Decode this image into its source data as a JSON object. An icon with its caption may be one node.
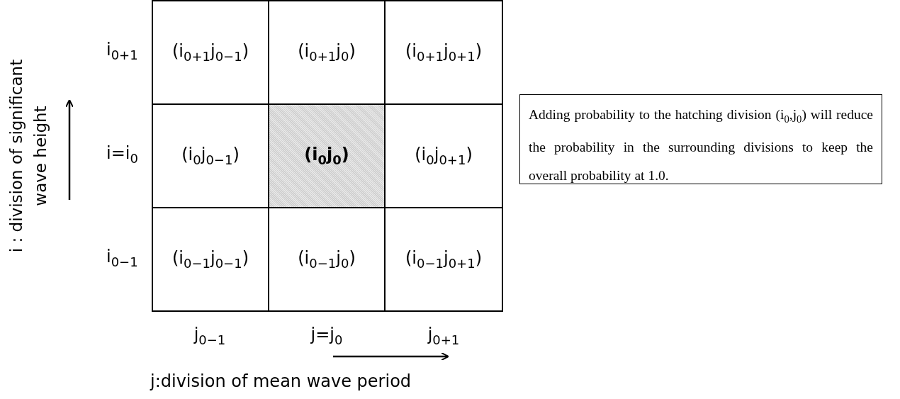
{
  "diagram": {
    "nodes": [
      {
        "text": [
          "(i$_{0+1}$j$_{0−1}$)"
        ]
      },
      {
        "text": [
          "(i$_{0+1}$j$_{0}$)"
        ]
      },
      {
        "text": [
          "(i$_{0+1}$j$_{0+1}$)"
        ]
      },
      {
        "text": [
          "(i$_{0}$j$_{0−1}$)"
        ]
      },
      {
        "text": [
          "(i$_{0}$j$_{0}$)"
        ]
      },
      {
        "text": [
          "(i$_{0}$j$_{0+1}$)"
        ]
      },
      {
        "text": [
          "(i$_{0−1}$j$_{0−1}$)"
        ]
      },
      {
        "text": [
          "(i$_{0−1}$j$_{0}$)"
        ]
      },
      {
        "text": [
          "(i$_{0−1}$j$_{0+1}$)"
        ]
      },
      {
        "text": [
          "Adding probability to the hatching division (i$_{0}$,j$_{0}$) will reduce the probability in the surrounding divisions to keep the overall probability at 1.0."
        ]
      }
    ],
    "labels": [
      "i : division of significant wave height",
      "i$_{0+1}$",
      "i=i$_{0}$",
      "i$_{0−1}$",
      "j$_{0−1}$",
      "j=j$_{0}$",
      "j$_{0+1}$",
      "j:division of mean wave period"
    ]
  }
}
